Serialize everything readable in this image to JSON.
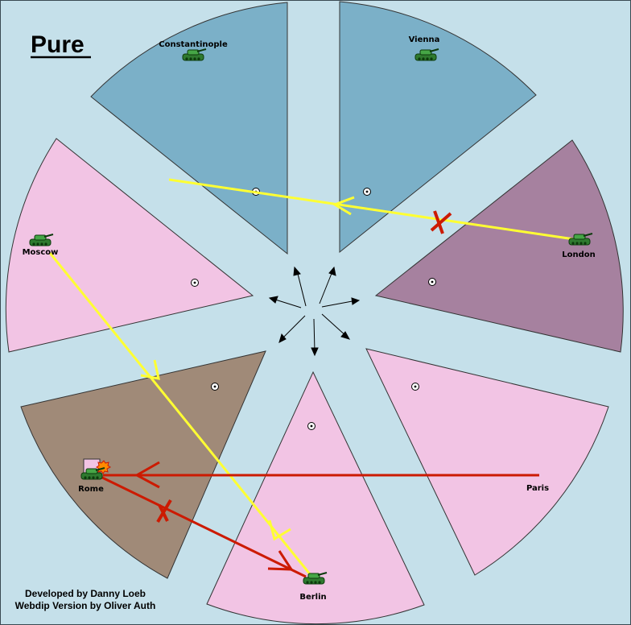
{
  "map": {
    "title": "Pure",
    "credits": [
      "Developed by Danny Loeb",
      "Webdip Version by Oliver Auth"
    ]
  },
  "colors": {
    "water": "#c5e0ea",
    "austria_turkey": "#7bb0c8",
    "russia_france_germany": "#f2c4e4",
    "england": "#a6819f",
    "italy": "#a08a78",
    "support": "#ffff33",
    "attack": "#cc1a00"
  },
  "territories": [
    {
      "id": "constantinople",
      "name": "Constantinople"
    },
    {
      "id": "vienna",
      "name": "Vienna"
    },
    {
      "id": "london",
      "name": "London"
    },
    {
      "id": "paris",
      "name": "Paris"
    },
    {
      "id": "berlin",
      "name": "Berlin"
    },
    {
      "id": "rome",
      "name": "Rome"
    },
    {
      "id": "moscow",
      "name": "Moscow"
    }
  ],
  "units": [
    {
      "territory": "Constantinople",
      "type": "army"
    },
    {
      "territory": "Vienna",
      "type": "army"
    },
    {
      "territory": "London",
      "type": "army"
    },
    {
      "territory": "Moscow",
      "type": "army"
    },
    {
      "territory": "Rome",
      "type": "army"
    },
    {
      "territory": "Berlin",
      "type": "army"
    }
  ],
  "orders": [
    {
      "type": "support",
      "from": "London",
      "to": "Constantinople",
      "failed": true
    },
    {
      "type": "support",
      "from": "Moscow",
      "to": "Berlin",
      "failed": false
    },
    {
      "type": "move",
      "from": "Paris",
      "to": "Rome",
      "failed": false
    },
    {
      "type": "move",
      "from": "Rome",
      "to": "Berlin",
      "failed": true
    }
  ],
  "status": {
    "dislodged_in": "Rome"
  }
}
